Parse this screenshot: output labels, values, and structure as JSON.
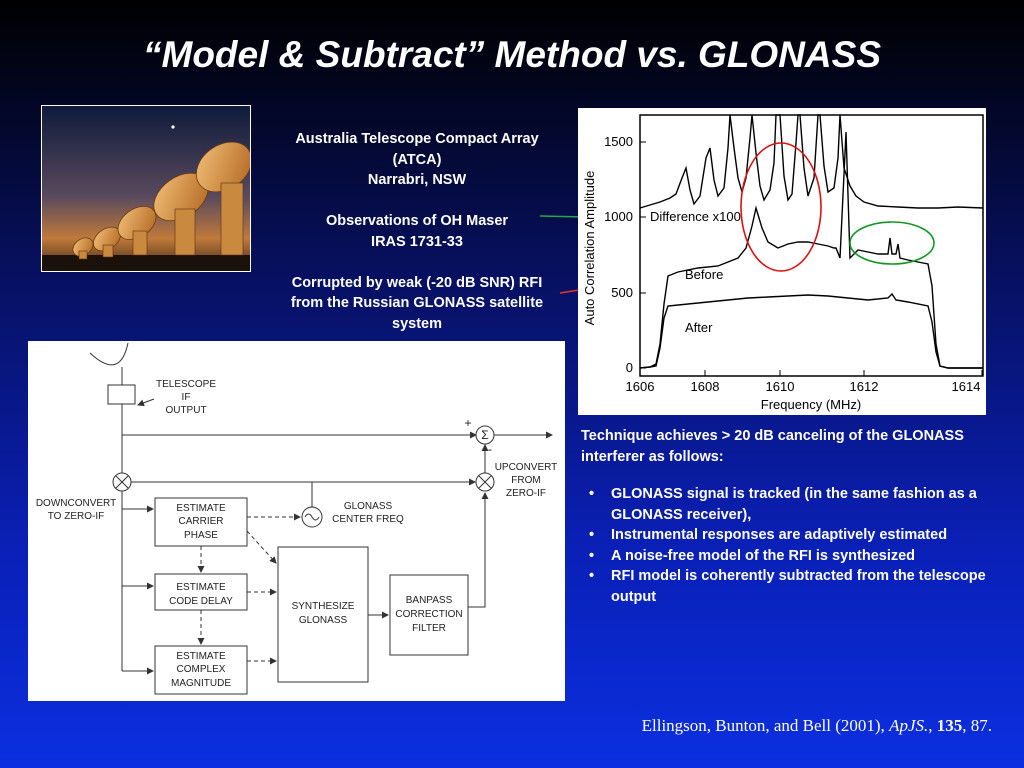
{
  "title": "“Model & Subtract” Method vs. GLONASS",
  "description": {
    "line1": "Australia Telescope Compact Array (ATCA)",
    "line2": "Narrabri, NSW",
    "line3": "Observations of OH Maser",
    "line4": "IRAS 1731-33",
    "line5": "Corrupted by weak (-20 dB SNR) RFI from the Russian GLONASS satellite system"
  },
  "plot": {
    "ylabel": "Auto Correlation Amplitude",
    "xlabel": "Frequency (MHz)",
    "yticks": [
      "1500",
      "1000",
      "500",
      "0"
    ],
    "xticks": [
      "1606",
      "1608",
      "1610",
      "1612",
      "1614"
    ],
    "curve_labels": {
      "difference": "Difference x100",
      "before": "Before",
      "after": "After"
    },
    "highlight_colors": {
      "red_marker": "#dd1111",
      "green_marker": "#119922"
    }
  },
  "diagram": {
    "telescope": [
      "TELESCOPE",
      "IF",
      "OUTPUT"
    ],
    "downconvert": [
      "DOWNCONVERT",
      "TO ZERO-IF"
    ],
    "carrier": [
      "ESTIMATE",
      "CARRIER",
      "PHASE"
    ],
    "code": [
      "ESTIMATE",
      "CODE DELAY"
    ],
    "magnitude": [
      "ESTIMATE",
      "COMPLEX",
      "MAGNITUDE"
    ],
    "synth": [
      "SYNTHESIZE",
      "GLONASS"
    ],
    "filter": [
      "BANPASS",
      "CORRECTION",
      "FILTER"
    ],
    "glonass_freq": [
      "GLONASS",
      "CENTER FREQ"
    ],
    "upconvert": [
      "UPCONVERT",
      "FROM",
      "ZERO-IF"
    ],
    "sum_symbol": "Σ",
    "plus": "+",
    "minus": "-"
  },
  "technique": {
    "intro": "Technique achieves > 20 dB canceling of the GLONASS interferer as follows:",
    "bullet": "•",
    "steps": [
      "GLONASS signal is tracked (in the same fashion as a GLONASS receiver),",
      "Instrumental responses are adaptively estimated",
      "A noise-free model of the RFI is synthesized",
      "RFI model is coherently subtracted from the telescope output"
    ]
  },
  "citation": {
    "authors": "Ellingson, Bunton, and Bell (2001),",
    "journal": "ApJS.",
    "sep1": ",",
    "volume": "135",
    "pages": ", 87."
  }
}
